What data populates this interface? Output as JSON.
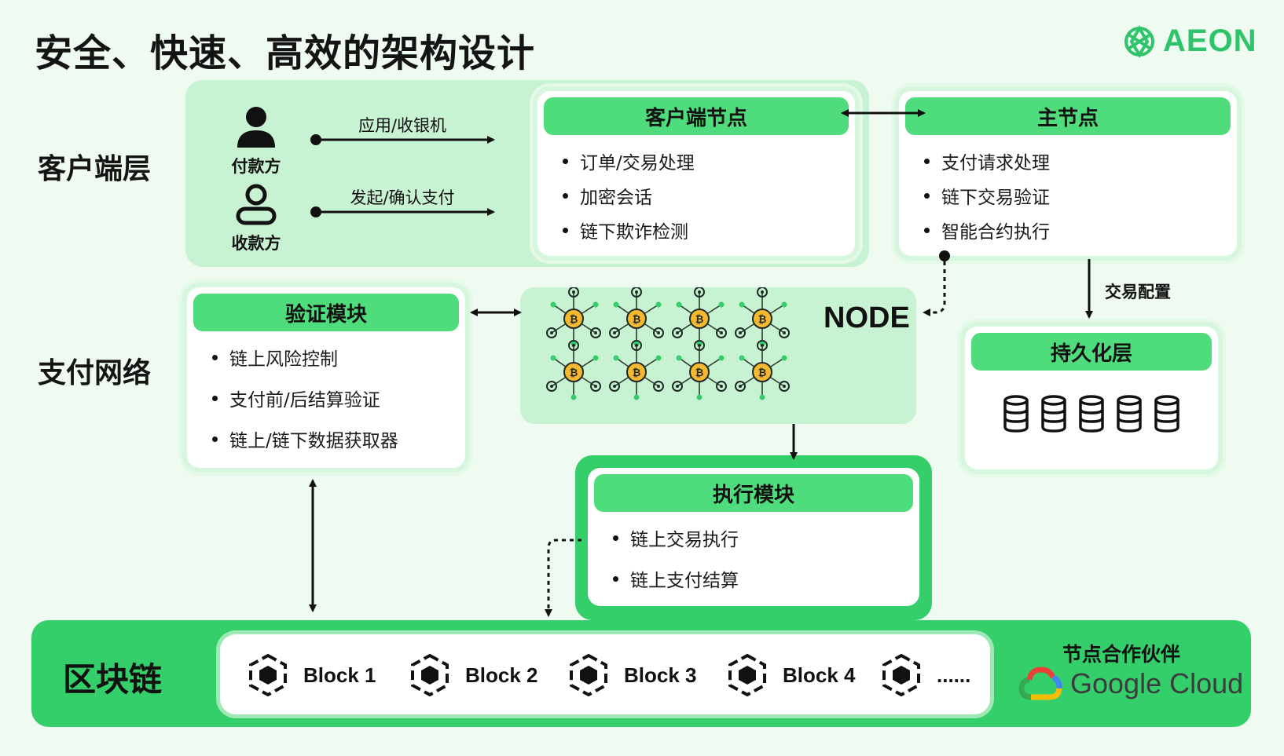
{
  "title": "安全、快速、高效的架构设计",
  "brand": {
    "name": "AEON",
    "color": "#2fc36a"
  },
  "colors": {
    "background": "#effbf1",
    "light_green": "#c8f3d2",
    "header_green": "#4fdc7c",
    "bar_green": "#34cf6a"
  },
  "layers": {
    "client": "客户端层",
    "payment": "支付网络",
    "chain": "区块链"
  },
  "client_layer": {
    "payer": {
      "label": "付款方",
      "icon": "person-filled-icon"
    },
    "payee": {
      "label": "收款方",
      "icon": "person-outline-icon"
    },
    "arrow_top": "应用/收银机",
    "arrow_bottom": "发起/确认支付"
  },
  "client_node": {
    "title": "客户端节点",
    "items": [
      "订单/交易处理",
      "加密会话",
      "链下欺诈检测"
    ]
  },
  "main_node": {
    "title": "主节点",
    "items": [
      "支付请求处理",
      "链下交易验证",
      "智能合约执行"
    ]
  },
  "tx_config": "交易配置",
  "verify_module": {
    "title": "验证模块",
    "items": [
      "链上风险控制",
      "支付前/后结算验证",
      "链上/链下数据获取器"
    ]
  },
  "node_label": "NODE",
  "persistence": {
    "title": "持久化层",
    "icon": "database-icon",
    "count": 5
  },
  "exec_module": {
    "title": "执行模块",
    "items": [
      "链上交易执行",
      "链上支付结算"
    ]
  },
  "blocks": [
    "Block 1",
    "Block 2",
    "Block 3",
    "Block 4",
    "......"
  ],
  "partner": {
    "title": "节点合作伙伴",
    "name": "Google Cloud",
    "icon": "google-cloud-icon"
  }
}
